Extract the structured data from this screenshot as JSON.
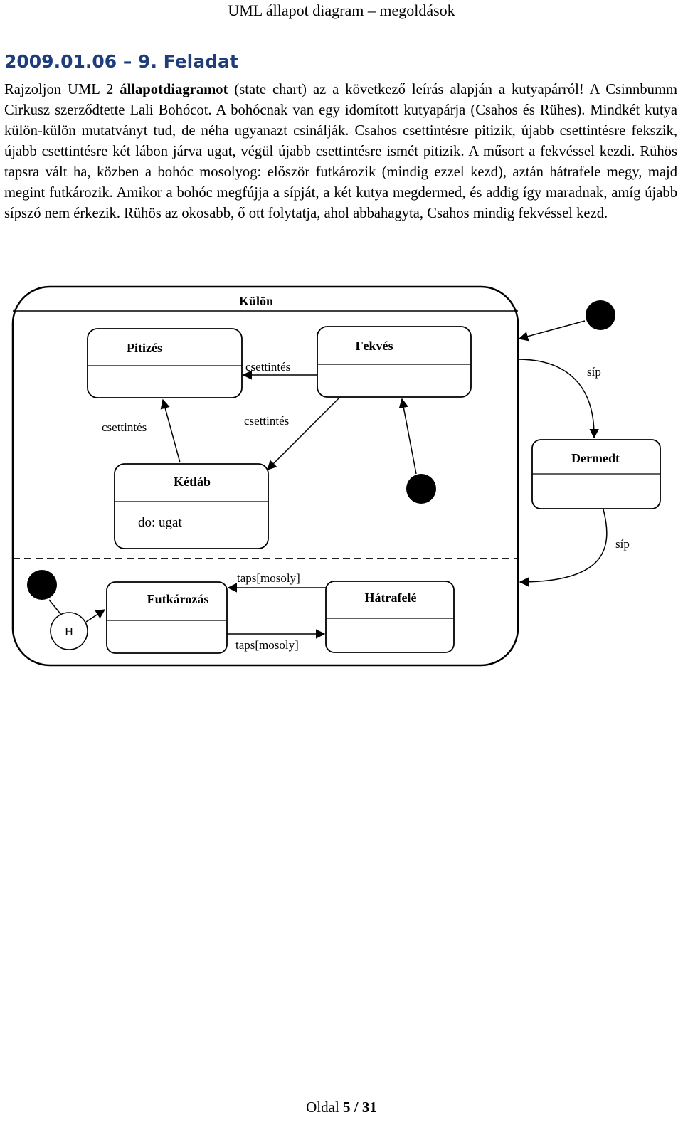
{
  "header": {
    "title": "UML állapot diagram – megoldások"
  },
  "task": {
    "title": "2009.01.06 – 9. Feladat",
    "paragraph_before_bold": "Rajzoljon UML 2 ",
    "paragraph_bold": "állapotdiagramot",
    "paragraph_after_bold": " (state chart) az a következő  leírás alapján a kutyapárról! A Csinnbumm Cirkusz szerződtette Lali Bohócot. A bohócnak van egy idomított kutyapárja (Csahos és Rühes). Mindkét kutya külön-külön mutatványt tud, de néha ugyanazt csinálják. Csahos csettintésre pitizik, újabb csettintésre fekszik, újabb csettintésre két lábon járva ugat, végül újabb csettintésre ismét pitizik. A műsort a fekvéssel kezdi. Rühös tapsra vált ha, közben a bohóc mosolyog: először futkározik (mindig ezzel kezd), aztán hátrafele megy, majd megint futkározik. Amikor a bohóc megfújja a sípját, a két kutya megdermed, és addig így maradnak, amíg újabb sípszó nem érkezik. Rühös az okosabb, ő ott folytatja, ahol abbahagyta, Csahos mindig fekvéssel kezd."
  },
  "diagram": {
    "composite_state": "Külön",
    "states": {
      "pitizes": "Pitizés",
      "fekves": "Fekvés",
      "ketlab": "Kétláb",
      "ketlab_activity": "do: ugat",
      "dermedt": "Dermedt",
      "futkarozas": "Futkározás",
      "hatrafele": "Hátrafelé"
    },
    "history": "H",
    "transitions": {
      "fekves_to_pitizes": "csettintés",
      "pitizes_to_ketlab": "csettintés",
      "fekves_to_ketlab": "csettintés",
      "kulon_to_dermedt": "síp",
      "dermedt_to_kulon": "síp",
      "hatrafele_to_futkarozas": "taps[mosoly]",
      "futkarozas_to_hatrafele": "taps[mosoly]"
    }
  },
  "footer": {
    "prefix": "Oldal ",
    "page": "5 / 31"
  }
}
